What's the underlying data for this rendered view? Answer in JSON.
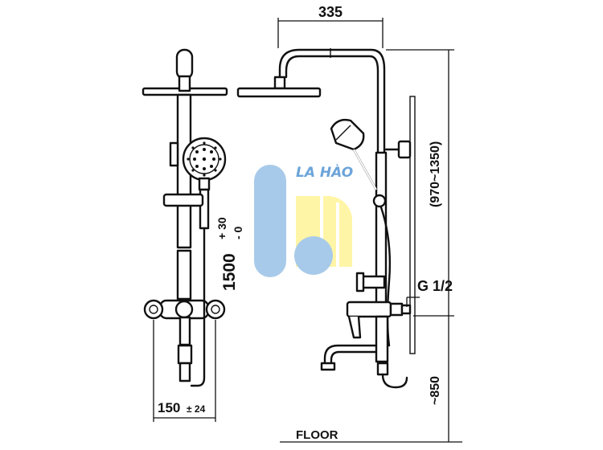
{
  "drawing": {
    "dimensions": {
      "width_top": "335",
      "height_label": "1500",
      "height_tol_plus": "+ 30",
      "height_tol_minus": "- 0",
      "height_range": "(970~1350)",
      "thread": "G 1/2",
      "inlet_height": "~850",
      "spacing": "150",
      "spacing_tol": "± 24",
      "floor": "FLOOR"
    },
    "watermark": {
      "text": "LA HÀO",
      "colors": {
        "blue": "#9fc5e8",
        "yellow": "#fff59d"
      }
    }
  }
}
